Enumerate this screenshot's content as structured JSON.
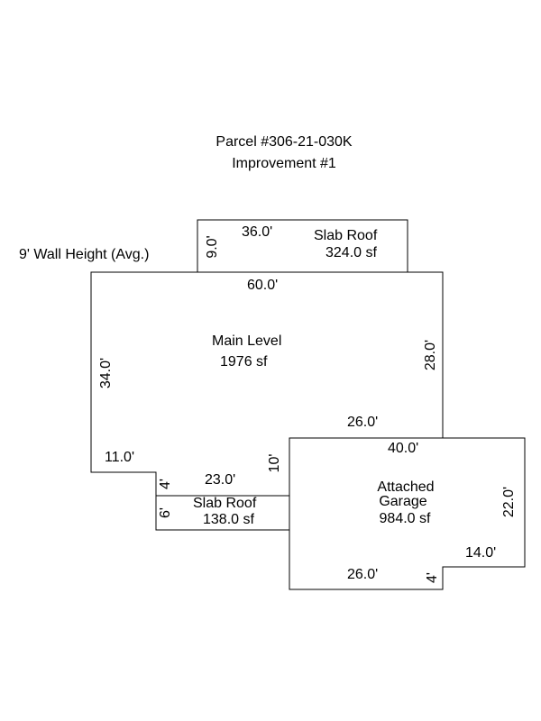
{
  "header": {
    "parcel": "Parcel #306-21-030K",
    "improvement": "Improvement #1"
  },
  "wall_height": "9' Wall Height (Avg.)",
  "upper_slab": {
    "depth": "9.0'",
    "width": "36.0'",
    "label": "Slab Roof",
    "area": "324.0 sf"
  },
  "main_level": {
    "label": "Main Level",
    "area": "1976 sf",
    "top": "60.0'",
    "left": "34.0'",
    "right": "28.0'",
    "lower_right": "26.0'",
    "bottom_left": "11.0'",
    "step_vertical": "4'",
    "step_bottom": "23.0'",
    "garage_join": "10'"
  },
  "lower_slab": {
    "depth": "6'",
    "label": "Slab Roof",
    "area": "138.0 sf"
  },
  "garage": {
    "label_line1": "Attached",
    "label_line2": "Garage",
    "area": "984.0 sf",
    "top": "40.0'",
    "right": "22.0'",
    "notch_top": "14.0'",
    "bottom": "26.0'",
    "notch_side": "4'"
  },
  "colors": {
    "line": "#000000",
    "background": "#ffffff"
  }
}
